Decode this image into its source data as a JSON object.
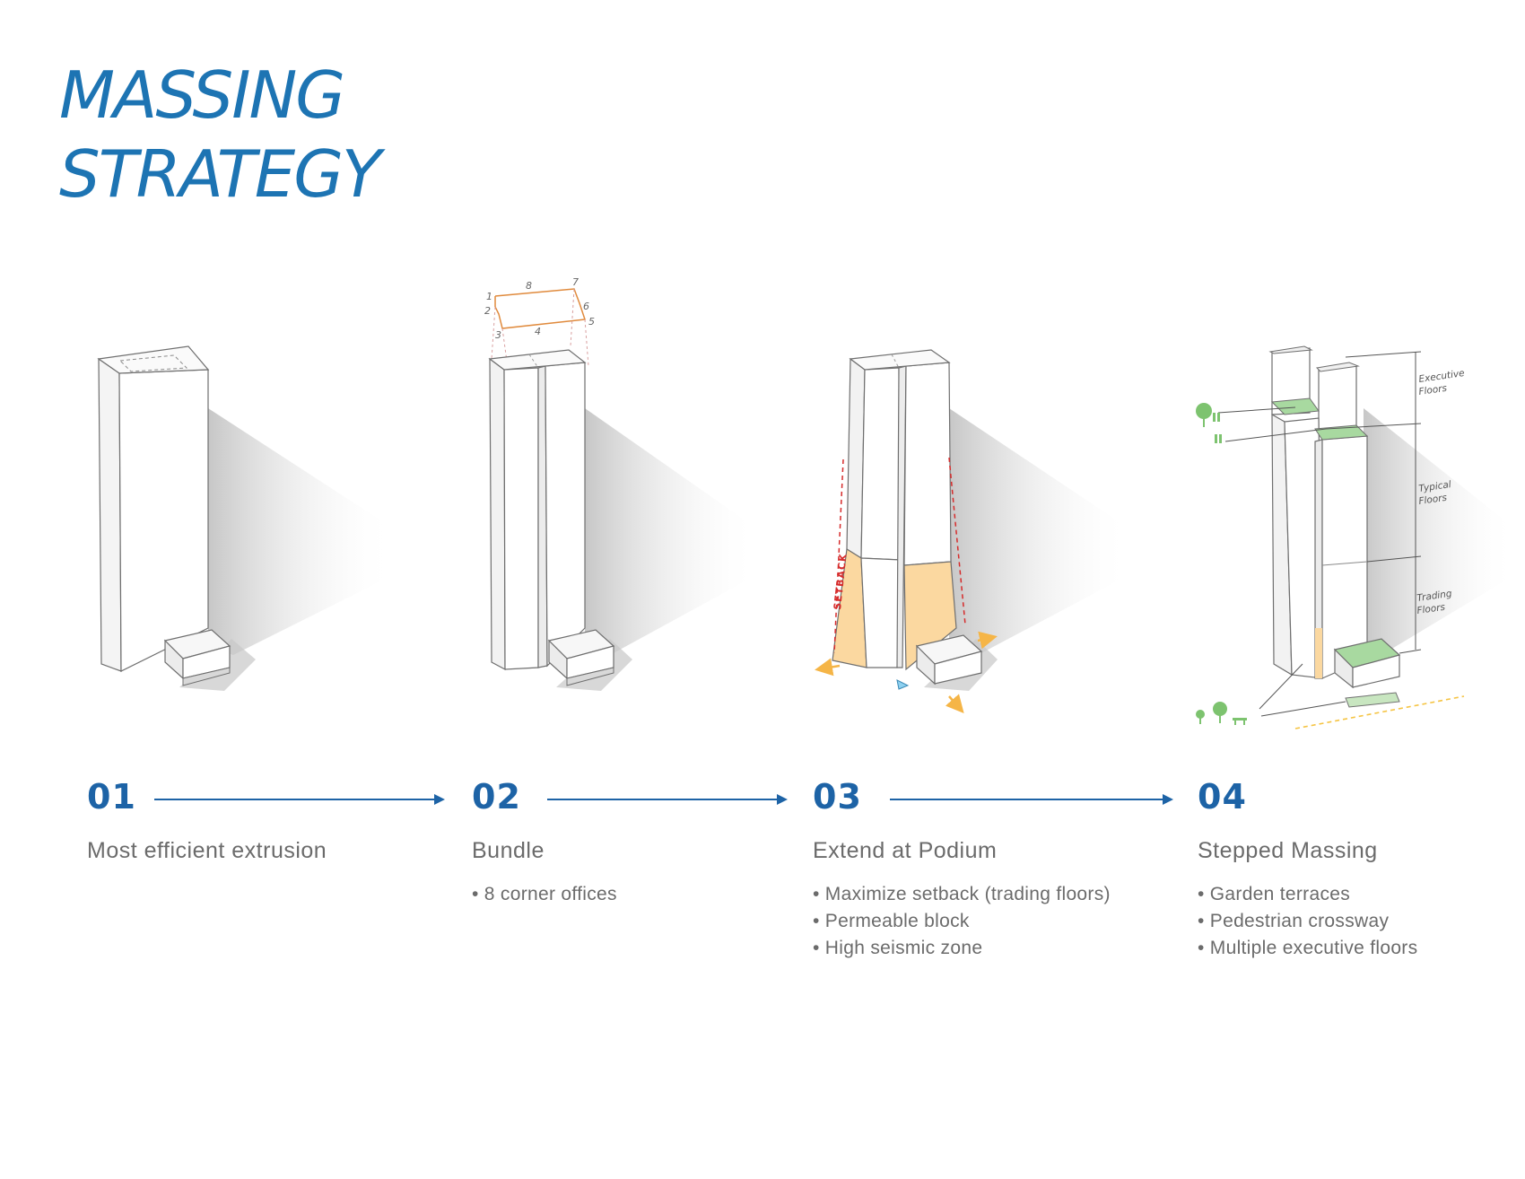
{
  "title": {
    "line1": "MASSING",
    "line2": "STRATEGY"
  },
  "colors": {
    "brand_blue": "#1d74b3",
    "step_blue": "#1d63a6",
    "gray_text": "#6b6b6b",
    "podium_orange": "#fbd8a0",
    "setback_red": "#d62b2b",
    "garden_green": "#a8d9a0",
    "tree_green": "#7dc36f"
  },
  "steps": [
    {
      "number": "01",
      "label": "Most efficient extrusion",
      "bullets": []
    },
    {
      "number": "02",
      "label": "Bundle",
      "bullets": [
        "8 corner offices"
      ]
    },
    {
      "number": "03",
      "label": "Extend at Podium",
      "bullets": [
        "Maximize setback (trading floors)",
        "Permeable block",
        "High seismic zone"
      ]
    },
    {
      "number": "04",
      "label": "Stepped Massing",
      "bullets": [
        "Garden terraces",
        "Pedestrian crossway",
        "Multiple executive floors"
      ]
    }
  ],
  "diagram_labels": {
    "corner_numbers": [
      "1",
      "2",
      "3",
      "4",
      "5",
      "6",
      "7",
      "8"
    ],
    "setback": "SETBACK",
    "executive_line1": "Executive",
    "executive_line2": "Floors",
    "typical_line1": "Typical",
    "typical_line2": "Floors",
    "trading_line1": "Trading",
    "trading_line2": "Floors"
  },
  "icons": {
    "arrow": "arrow-right-icon",
    "tree": "tree-icon",
    "people": "people-icon",
    "bench": "bench-icon",
    "entry": "entry-triangle-icon"
  }
}
